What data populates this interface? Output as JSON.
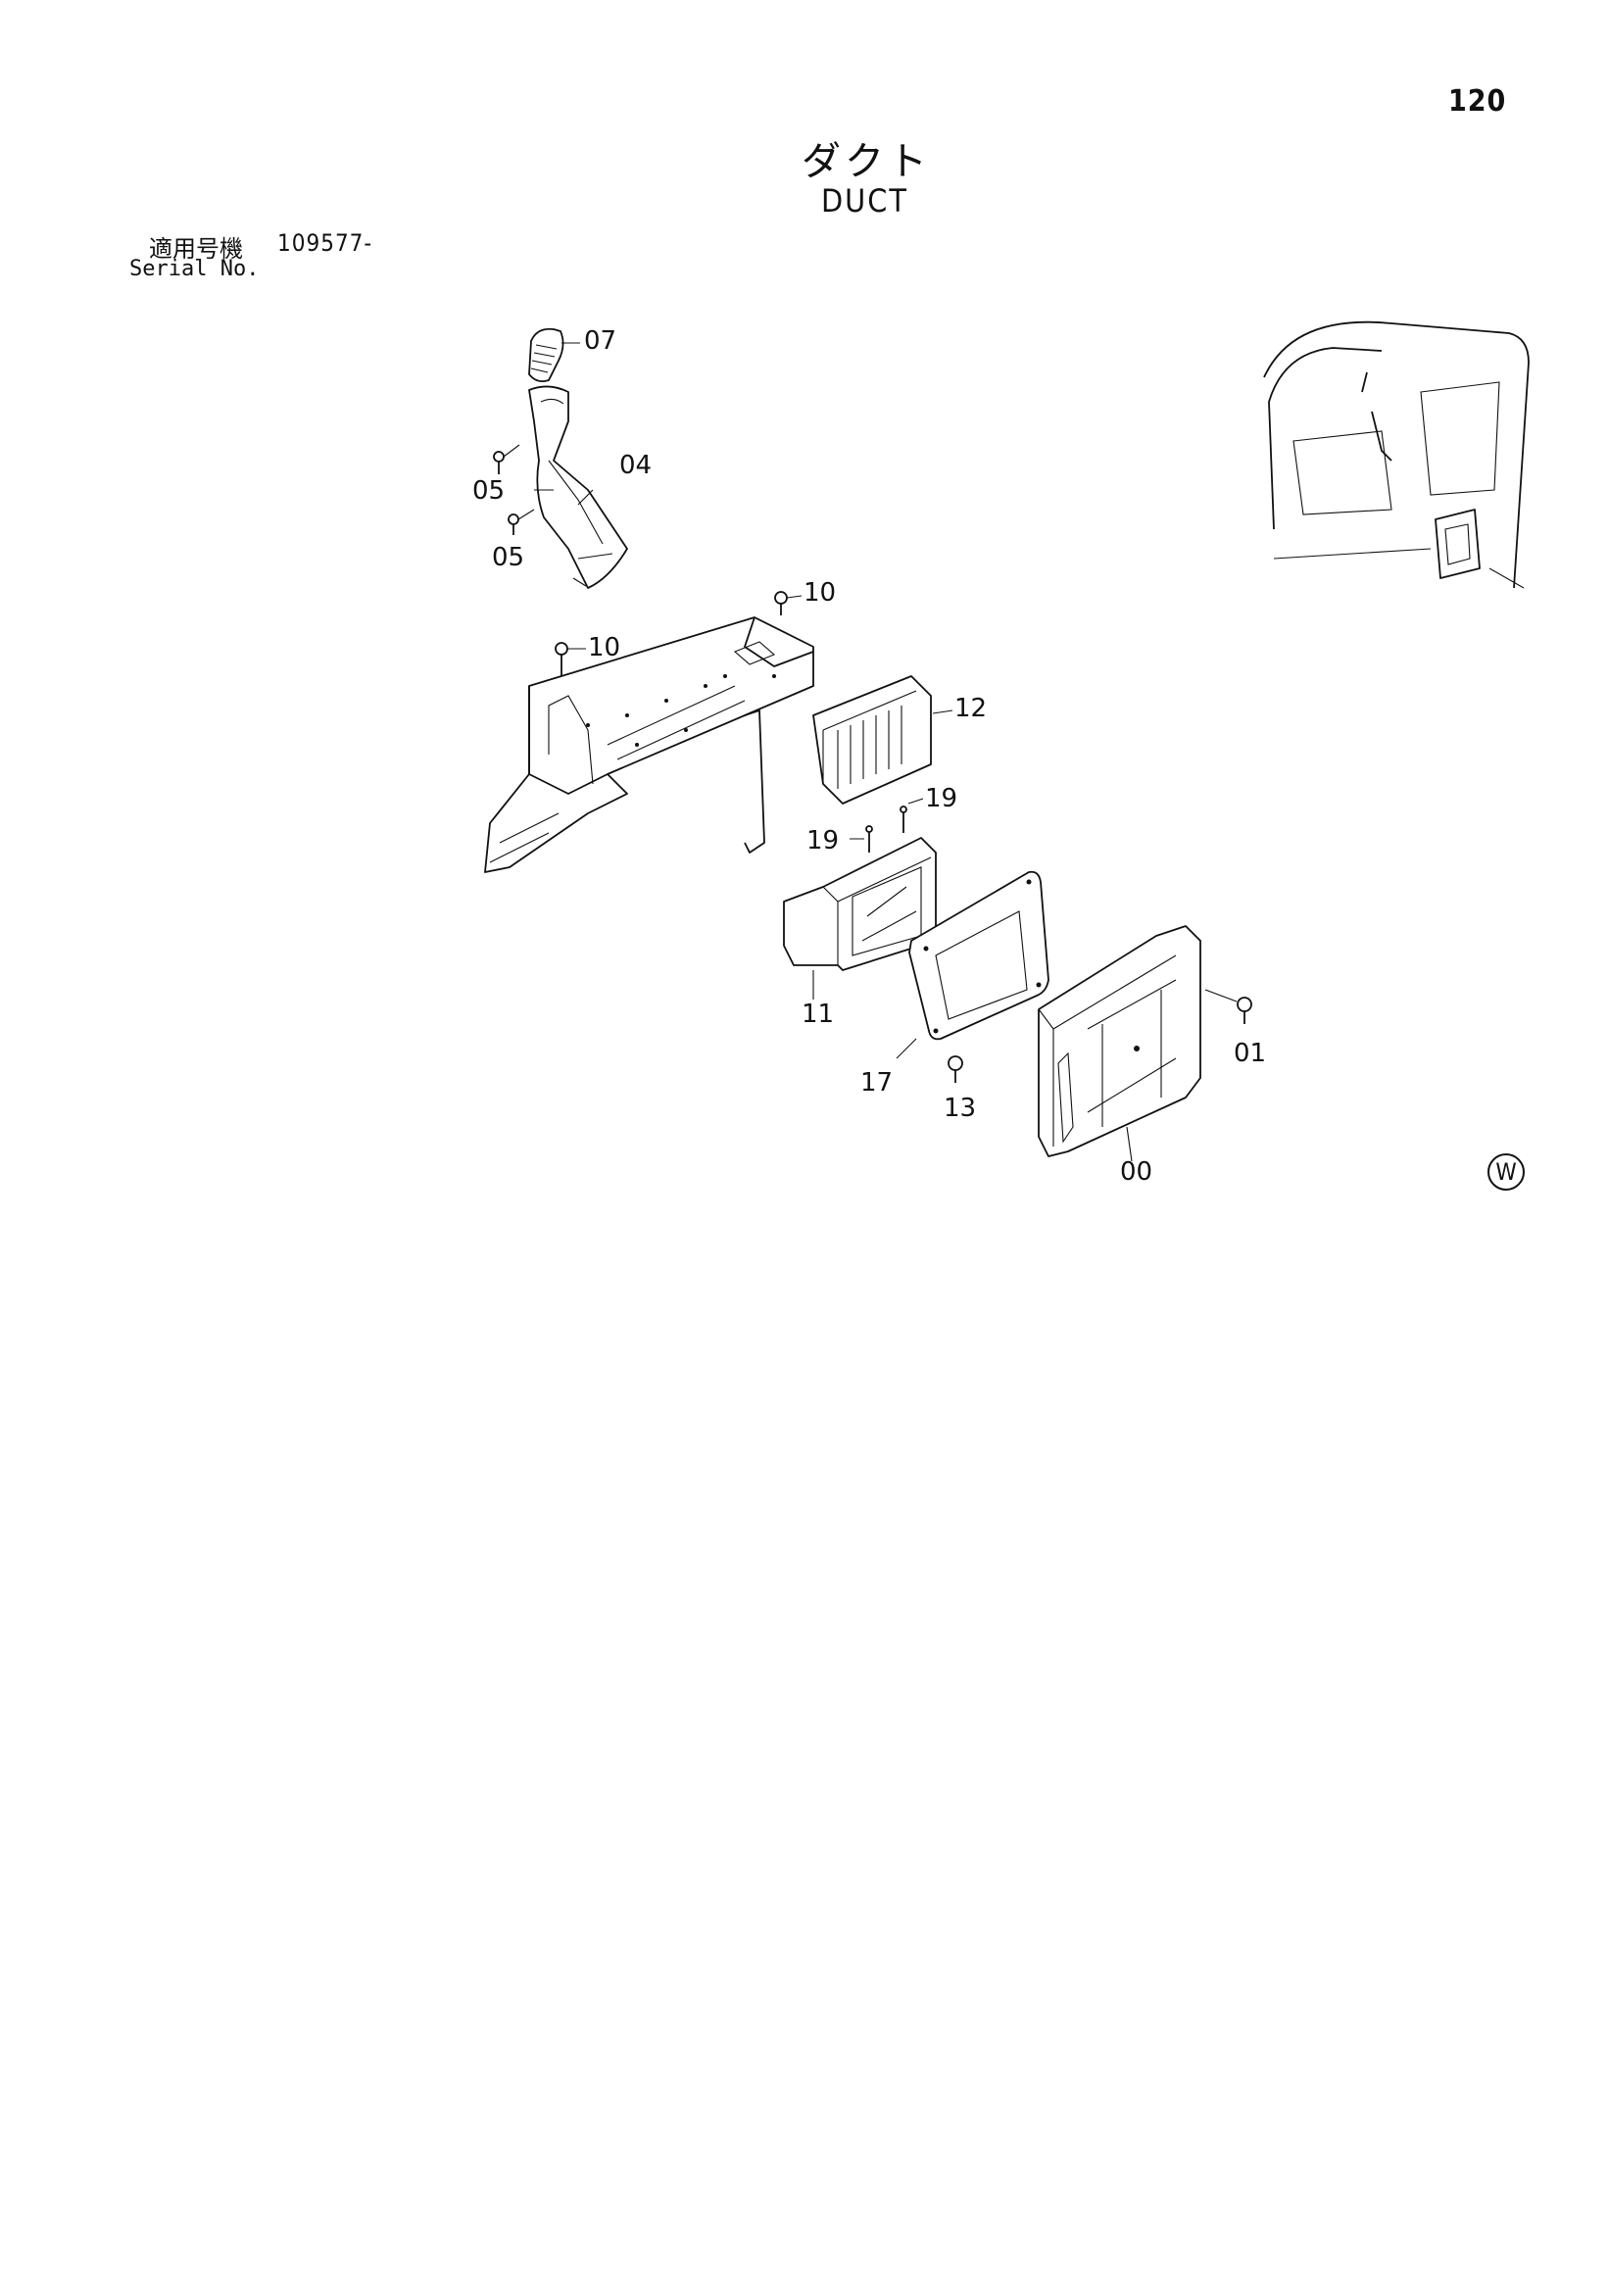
{
  "page_number": "120",
  "title": {
    "japanese": "ダクト",
    "english": "DUCT"
  },
  "serial": {
    "label_jp": "適用号機",
    "value": "109577-",
    "label_en": "Serial No."
  },
  "callouts": [
    "07",
    "05",
    "04",
    "05",
    "10",
    "10",
    "12",
    "19",
    "19",
    "11",
    "17",
    "13",
    "00",
    "01"
  ],
  "mark": "W"
}
